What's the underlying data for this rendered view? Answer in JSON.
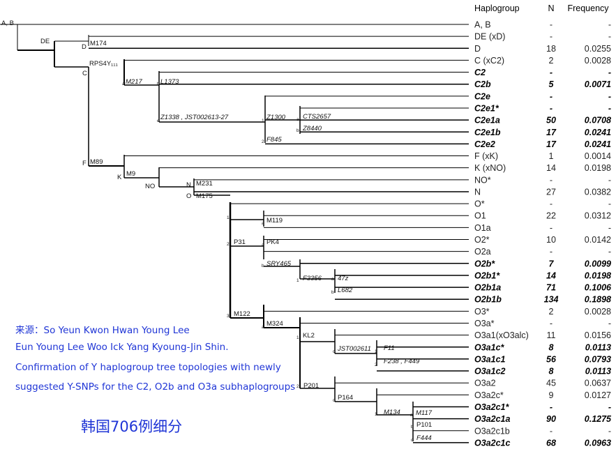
{
  "header": {
    "haplogroup": "Haplogroup",
    "n": "N",
    "frequency": "Frequency"
  },
  "rows": [
    {
      "hap": "A, B",
      "n": "-",
      "freq": "-"
    },
    {
      "hap": "DE (xD)",
      "n": "-",
      "freq": "-"
    },
    {
      "hap": "D",
      "n": "18",
      "freq": "0.0255"
    },
    {
      "hap": "C (xC2)",
      "n": "2",
      "freq": "0.0028"
    },
    {
      "hap": "C2",
      "n": "-",
      "freq": "-",
      "italic": true
    },
    {
      "hap": "C2b",
      "n": "5",
      "freq": "0.0071",
      "italic": true
    },
    {
      "hap": "C2e",
      "n": "-",
      "freq": "-",
      "italic": true
    },
    {
      "hap": "C2e1*",
      "n": "-",
      "freq": "-",
      "italic": true
    },
    {
      "hap": "C2e1a",
      "n": "50",
      "freq": "0.0708",
      "italic": true
    },
    {
      "hap": "C2e1b",
      "n": "17",
      "freq": "0.0241",
      "italic": true
    },
    {
      "hap": "C2e2",
      "n": "17",
      "freq": "0.0241",
      "italic": true
    },
    {
      "hap": "F (xK)",
      "n": "1",
      "freq": "0.0014"
    },
    {
      "hap": "K (xNO)",
      "n": "14",
      "freq": "0.0198"
    },
    {
      "hap": "NO*",
      "n": "-",
      "freq": "-"
    },
    {
      "hap": "N",
      "n": "27",
      "freq": "0.0382"
    },
    {
      "hap": "O*",
      "n": "-",
      "freq": "-"
    },
    {
      "hap": "O1",
      "n": "22",
      "freq": "0.0312"
    },
    {
      "hap": "O1a",
      "n": "-",
      "freq": "-"
    },
    {
      "hap": "O2*",
      "n": "10",
      "freq": "0.0142"
    },
    {
      "hap": "O2a",
      "n": "-",
      "freq": "-"
    },
    {
      "hap": "O2b*",
      "n": "7",
      "freq": "0.0099",
      "italic": true
    },
    {
      "hap": "O2b1*",
      "n": "14",
      "freq": "0.0198",
      "italic": true
    },
    {
      "hap": "O2b1a",
      "n": "71",
      "freq": "0.1006",
      "italic": true
    },
    {
      "hap": "O2b1b",
      "n": "134",
      "freq": "0.1898",
      "italic": true
    },
    {
      "hap": "O3*",
      "n": "2",
      "freq": "0.0028"
    },
    {
      "hap": "O3a*",
      "n": "-",
      "freq": "-"
    },
    {
      "hap": "O3a1(xO3alc)",
      "n": "11",
      "freq": "0.0156"
    },
    {
      "hap": "O3a1c*",
      "n": "8",
      "freq": "0.0113",
      "italic": true
    },
    {
      "hap": "O3a1c1",
      "n": "56",
      "freq": "0.0793",
      "italic": true
    },
    {
      "hap": "O3a1c2",
      "n": "8",
      "freq": "0.0113",
      "italic": true
    },
    {
      "hap": "O3a2",
      "n": "45",
      "freq": "0.0637"
    },
    {
      "hap": "O3a2c*",
      "n": "9",
      "freq": "0.0127"
    },
    {
      "hap": "O3a2c1*",
      "n": "-",
      "freq": "-",
      "italic": true
    },
    {
      "hap": "O3a2c1a",
      "n": "90",
      "freq": "0.1275",
      "italic": true
    },
    {
      "hap": "O3a2c1b",
      "n": "-",
      "freq": "-"
    },
    {
      "hap": "O3a2c1c",
      "n": "68",
      "freq": "0.0963",
      "italic": true
    }
  ],
  "node_labels": {
    "root": "A, B",
    "de": "DE",
    "d": "D",
    "m174": "M174",
    "rps4y": "RPS4Y₁₁₁",
    "c": "C",
    "m217": "M217",
    "l1373": "L1373",
    "z1338": "Z1338 , JST002613-27",
    "z1300": "Z1300",
    "cts2657": "CTS2657",
    "z8440": "Z8440",
    "f845": "F845",
    "f": "F",
    "m89": "M89",
    "k": "K",
    "m9": "M9",
    "no": "NO",
    "n": "N",
    "m231": "M231",
    "o": "O",
    "m175": "M175",
    "m119": "M119",
    "p31": "P31",
    "pk4": "PK4",
    "sry465": "SRY465",
    "f3356": "F3356",
    "c47z": "47z",
    "l682": "L682",
    "m122": "M122",
    "m324": "M324",
    "kl2": "KL2",
    "jst002611": "JST002611",
    "f11": "F11",
    "f238": "F238 , F449",
    "p201": "P201",
    "p164": "P164",
    "m134": "M134",
    "m117": "M117",
    "p101": "P101",
    "f444": "F444"
  },
  "source_note": [
    "来源：So Yeun Kwon Hwan Young Lee",
    "Eun Young Lee Woo Ick Yang Kyoung-Jin Shin.",
    " Confirmation of Y haplogroup tree topologies with newly",
    "suggested Y-SNPs for the C2, O2b and O3a subhaplogroups"
  ],
  "sample_note": "韩国706例细分"
}
